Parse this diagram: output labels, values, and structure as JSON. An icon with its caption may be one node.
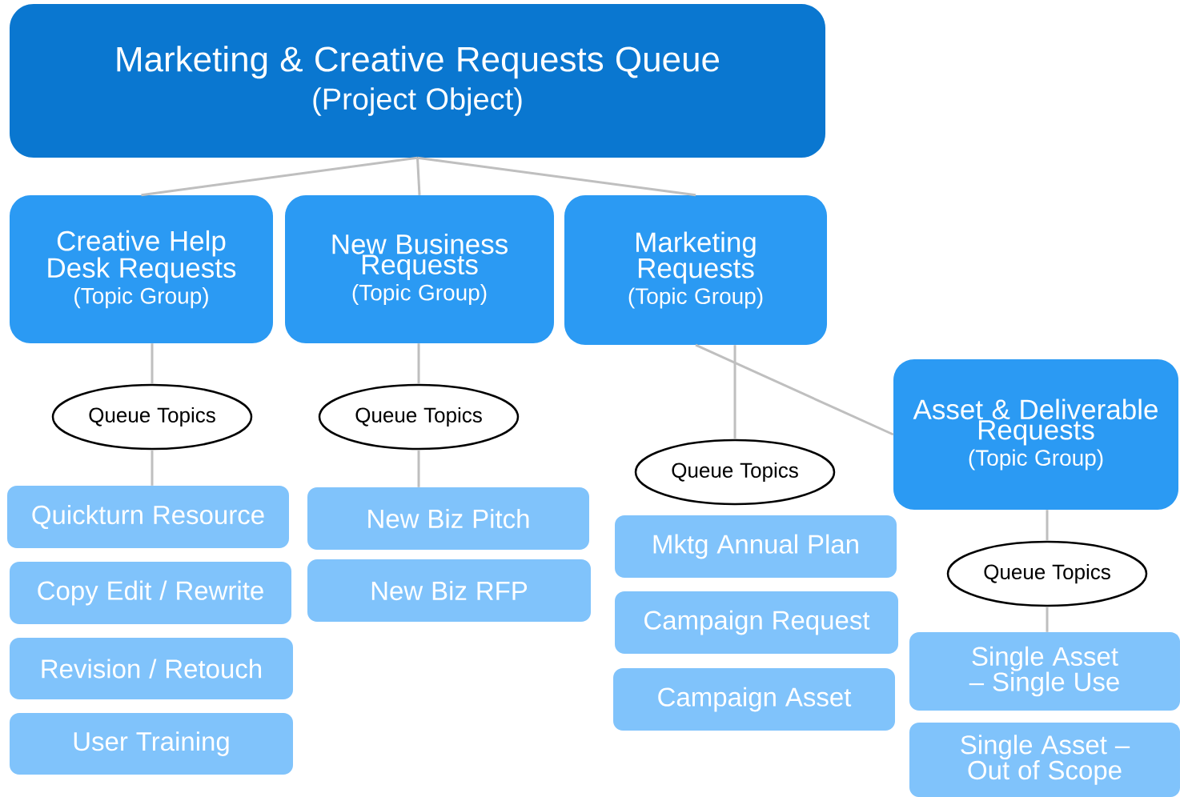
{
  "diagram": {
    "nodes": [
      {
        "text": [
          "Marketing & Creative Requests Queue",
          "(Project Object)"
        ]
      },
      {
        "text": [
          "Creative Help Desk Requests",
          "(Topic Group)"
        ]
      },
      {
        "text": [
          "New Business Requests",
          "(Topic Group)"
        ]
      },
      {
        "text": [
          "Marketing Requests",
          "(Topic Group)"
        ]
      },
      {
        "text": [
          "Asset & Deliverable Requests",
          "(Topic Group)"
        ]
      },
      {
        "text": [
          "Queue Topics"
        ]
      },
      {
        "text": [
          "Queue Topics"
        ]
      },
      {
        "text": [
          "Queue Topics"
        ]
      },
      {
        "text": [
          "Queue Topics"
        ]
      },
      {
        "text": [
          "Quickturn Resource"
        ]
      },
      {
        "text": [
          "Copy Edit / Rewrite"
        ]
      },
      {
        "text": [
          "Revision / Retouch"
        ]
      },
      {
        "text": [
          "User Training"
        ]
      },
      {
        "text": [
          "New Biz Pitch"
        ]
      },
      {
        "text": [
          "New Biz RFP"
        ]
      },
      {
        "text": [
          "Mktg Annual Plan"
        ]
      },
      {
        "text": [
          "Campaign Request"
        ]
      },
      {
        "text": [
          "Campaign Asset"
        ]
      },
      {
        "text": [
          "Single Asset – Single Use"
        ]
      },
      {
        "text": [
          "Single Asset – Out of Scope"
        ]
      }
    ],
    "edges": [
      {
        "from": 0,
        "to": 1,
        "arrow": "none"
      },
      {
        "from": 0,
        "to": 2,
        "arrow": "none"
      },
      {
        "from": 0,
        "to": 3,
        "arrow": "none"
      },
      {
        "from": 3,
        "to": 4,
        "arrow": "none"
      },
      {
        "from": 1,
        "to": 5,
        "arrow": "none"
      },
      {
        "from": 2,
        "to": 6,
        "arrow": "none"
      },
      {
        "from": 3,
        "to": 7,
        "arrow": "none"
      },
      {
        "from": 4,
        "to": 8,
        "arrow": "none"
      },
      {
        "from": 5,
        "to": 9,
        "arrow": "none"
      },
      {
        "from": 6,
        "to": 13,
        "arrow": "none"
      },
      {
        "from": 8,
        "to": 18,
        "arrow": "none"
      }
    ]
  }
}
